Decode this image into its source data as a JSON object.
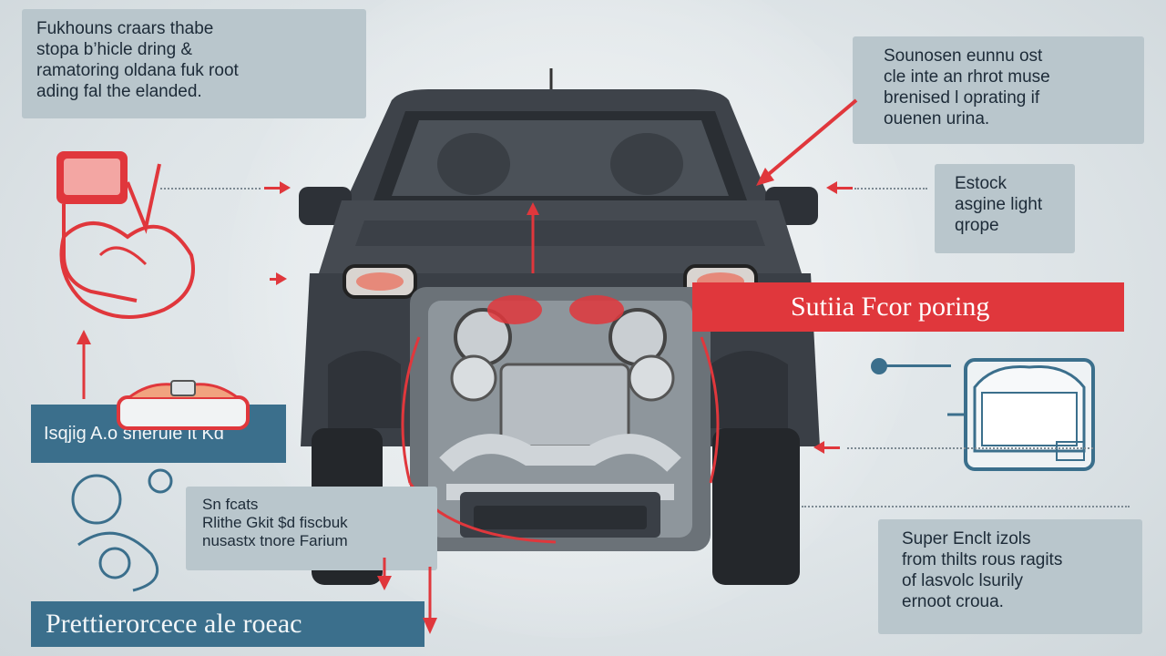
{
  "colors": {
    "accent_red": "#e0373c",
    "panel_gray": "#b9c6cc",
    "banner_blue": "#3b6f8c",
    "car_body": "#3a3f46"
  },
  "callouts": {
    "top_left": [
      "Fukhouns craars thabe",
      "stopa b’hicle dring &",
      "ramatoring oldana fuk root",
      "ading fal the elanded."
    ],
    "top_right": [
      "Sounosen eunnu ost",
      "cle inte an rhrot muse",
      "brenised l oprating if",
      "ouenen urina."
    ],
    "mid_right": [
      "Estock",
      "asgine light",
      "qrope"
    ],
    "center_left": [
      "Sn fcats",
      "Rlithe Gkit $d fiscbuk",
      "nusastx tnore Farium"
    ],
    "bottom_right": [
      "Super Enclt izols",
      "from thilts rous ragits",
      "of lasvolc lsurily",
      "ernoot croua."
    ]
  },
  "banners": {
    "red": "Sutiia Fcor poring",
    "blue_top": "Isqjig A.o sneruie lt Kd",
    "blue_bottom": "Prettierorcece ale roeac"
  },
  "icons": [
    "fuel-pump-icon",
    "hand-icon",
    "oil-tray-icon",
    "engine-parts-icon",
    "radiator-icon",
    "car-front-icon"
  ]
}
